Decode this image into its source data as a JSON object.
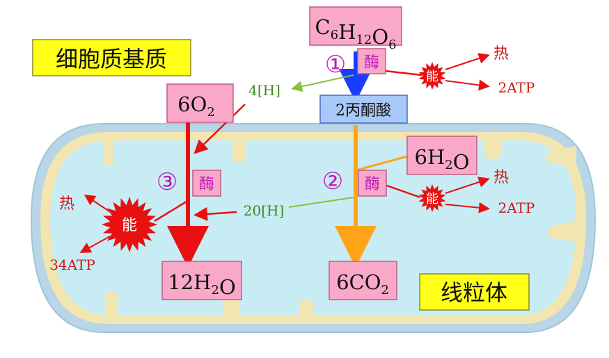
{
  "labels": {
    "cytoplasm": "细胞质基质",
    "mitochondrion": "线粒体",
    "enzyme": "酶",
    "energy": "能",
    "heat": "热"
  },
  "compounds": {
    "glucose": {
      "base": [
        [
          "C",
          "6"
        ],
        [
          "H",
          "12"
        ],
        [
          "O",
          "6"
        ]
      ]
    },
    "pyruvate": "2丙酮酸",
    "oxygen": {
      "base": [
        [
          "6O",
          "2"
        ]
      ]
    },
    "water_in": {
      "base": [
        [
          "6H",
          "2"
        ],
        [
          "O",
          ""
        ]
      ]
    },
    "water_out": {
      "base": [
        [
          "12H",
          "2"
        ],
        [
          "O",
          ""
        ]
      ]
    },
    "co2": {
      "base": [
        [
          "6CO",
          "2"
        ]
      ]
    }
  },
  "stages": {
    "one": "①",
    "two": "②",
    "three": "③"
  },
  "hydrogen": {
    "four": "4[H]",
    "twenty": "20[H]"
  },
  "atp": {
    "stage1": "2ATP",
    "stage2": "2ATP",
    "stage3": "34ATP"
  },
  "colors": {
    "cytoplasm_bg": "#eaf8ea",
    "mito_outer": "#b8d6e6",
    "mito_inner": "#f2e5b0",
    "mito_matrix": "#c8ecf4",
    "box_pink": "#f9a8c8",
    "box_blue": "#a8c8f8",
    "arrow_blue": "#1a3cff",
    "arrow_orange": "#ffa418",
    "arrow_red": "#e81010",
    "arrow_green": "#88c040",
    "text_red": "#d01818",
    "text_green": "#3c8c1c",
    "text_purple": "#c01cbc",
    "yellow_label": "#ffff18"
  }
}
